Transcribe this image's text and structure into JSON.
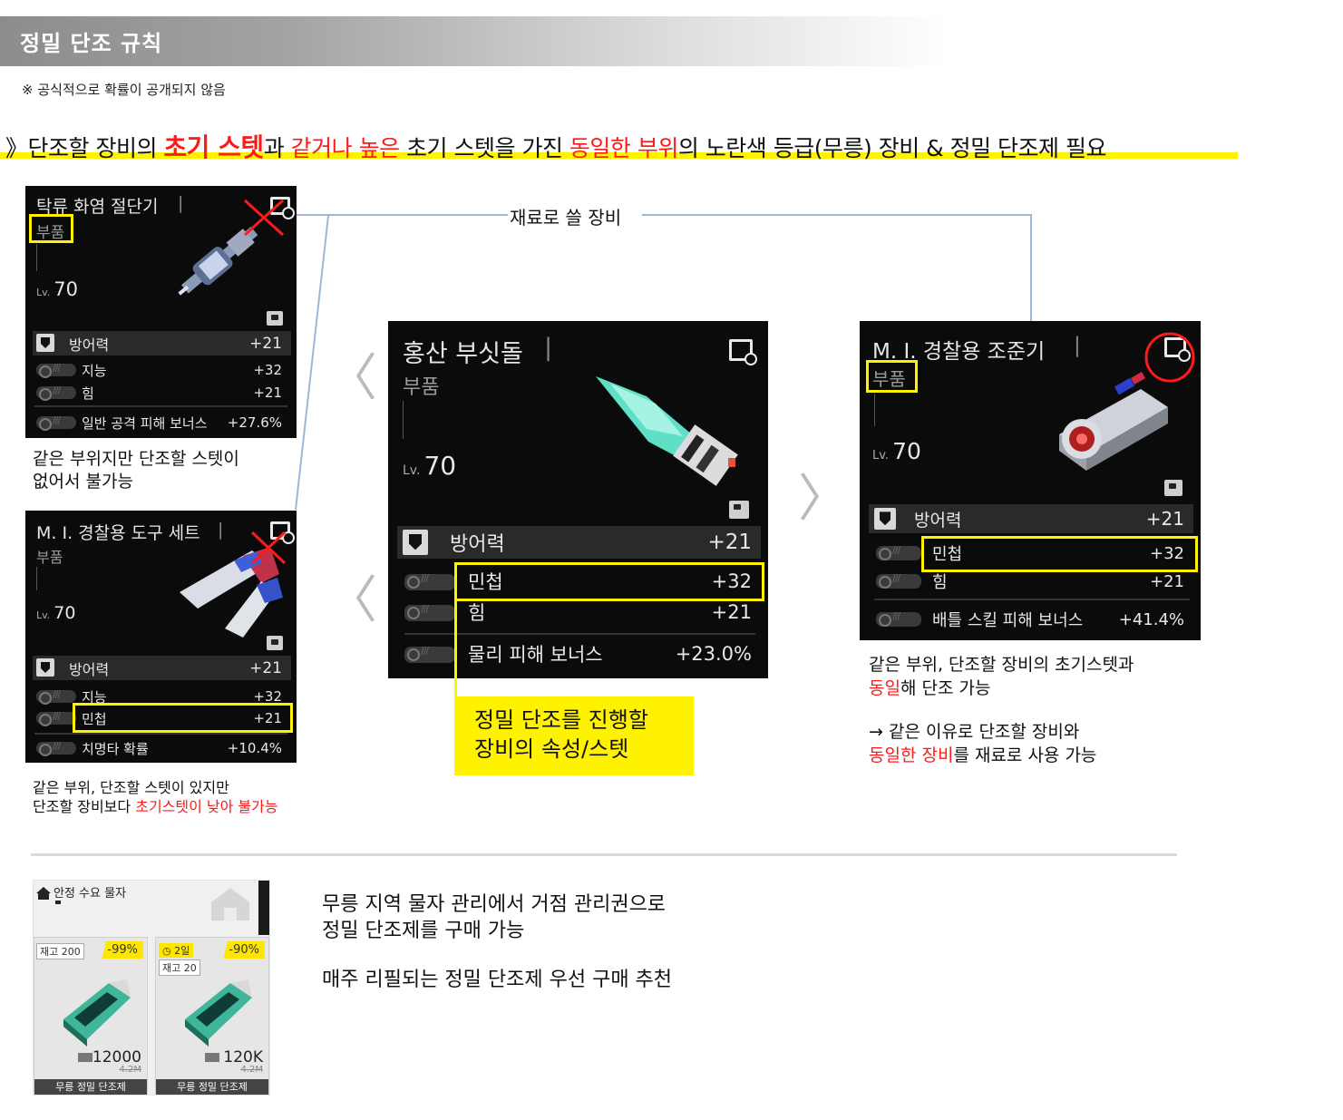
{
  "header": {
    "title": "정밀 단조 규칙",
    "note": "※ 공식적으로 확률이 공개되지 않음"
  },
  "rule": {
    "p1": "》단조할 장비의 ",
    "h1": "초기 스텟",
    "p2": "과 ",
    "h2": "같거나 높은",
    "p3": " 초기 스텟을 가진 ",
    "h3": "동일한 부위",
    "p4": "의 노란색 등급(무릉) 장비 & 정밀 단조제 필요"
  },
  "material_label": "재료로 쓸 장비",
  "card_a": {
    "name": "탁류 화염 절단기",
    "type": "부품",
    "lv_prefix": "Lv.",
    "lv": "70",
    "main_stat": {
      "label": "방어력",
      "value": "+21"
    },
    "subs": [
      {
        "label": "지능",
        "value": "+32"
      },
      {
        "label": "힘",
        "value": "+21"
      },
      {
        "label": "일반 공격 피해 보너스",
        "value": "+27.6%"
      }
    ]
  },
  "caption_a": {
    "line1": "같은 부위지만 단조할 스텟이",
    "line2": "없어서 불가능"
  },
  "card_b": {
    "name": "M. I. 경찰용 도구 세트",
    "type": "부품",
    "lv_prefix": "Lv.",
    "lv": "70",
    "main_stat": {
      "label": "방어력",
      "value": "+21"
    },
    "subs": [
      {
        "label": "지능",
        "value": "+32"
      },
      {
        "label": "민첩",
        "value": "+21"
      },
      {
        "label": "치명타 확률",
        "value": "+10.4%"
      }
    ]
  },
  "caption_b": {
    "line1": "같은 부위, 단조할 스텟이 있지만",
    "line2a": "단조할 장비보다 ",
    "line2b": "초기스텟이 낮아 불가능"
  },
  "card_main": {
    "name": "홍산 부싯돌",
    "type": "부품",
    "lv_prefix": "Lv.",
    "lv": "70",
    "main_stat": {
      "label": "방어력",
      "value": "+21"
    },
    "subs": [
      {
        "label": "민첩",
        "value": "+32"
      },
      {
        "label": "힘",
        "value": "+21"
      },
      {
        "label": "물리 피해 보너스",
        "value": "+23.0%"
      }
    ]
  },
  "callout": {
    "line1": "정밀 단조를 진행할",
    "line2": "장비의 속성/스텟"
  },
  "card_c": {
    "name": "M. I. 경찰용 조준기",
    "type": "부품",
    "lv_prefix": "Lv.",
    "lv": "70",
    "main_stat": {
      "label": "방어력",
      "value": "+21"
    },
    "subs": [
      {
        "label": "민첩",
        "value": "+32"
      },
      {
        "label": "힘",
        "value": "+21"
      },
      {
        "label": "배틀 스킬 피해 보너스",
        "value": "+41.4%"
      }
    ]
  },
  "caption_c": {
    "line1": "같은 부위, 단조할 장비의 초기스텟과",
    "line2a": "동일",
    "line2b": "해 단조 가능",
    "line3": "→ 같은 이유로 단조할 장비와",
    "line4a": "동일한 장비",
    "line4b": "를 재료로 사용 가능"
  },
  "shop": {
    "title": "안정 수요 물자",
    "items": [
      {
        "stock": "재고 200",
        "discount": "-99%",
        "price": "12000",
        "old_price": "4.2M",
        "name": "무릉 정밀 단조제"
      },
      {
        "days": "2일",
        "stock": "재고 20",
        "discount": "-90%",
        "price": "120K",
        "old_price": "4.2M",
        "name": "무릉 정밀 단조제"
      }
    ]
  },
  "shop_text": {
    "line1": "무릉 지역 물자 관리에서 거점 관리권으로",
    "line2": "정밀 단조제를 구매 가능",
    "line3": "매주 리필되는 정밀 단조제 우선 구매 추천"
  },
  "colors": {
    "highlight": "#fff200",
    "red": "#ff1a1a",
    "card_bg": "#0b0b0b",
    "connector": "#9cb6d8"
  }
}
